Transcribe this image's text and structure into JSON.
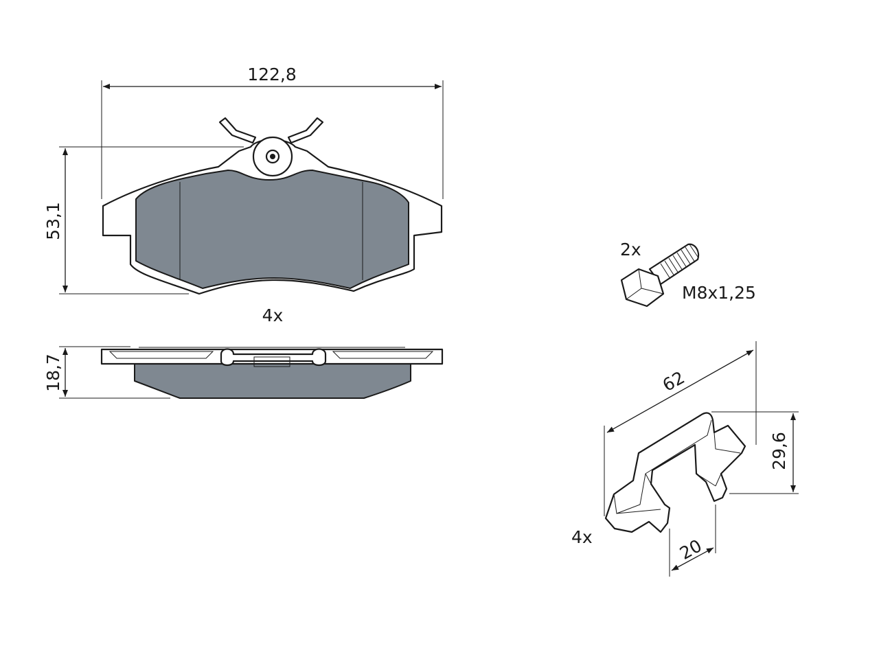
{
  "dimensions": {
    "pad_width": "122,8",
    "pad_height": "53,1",
    "pad_thickness": "18,7",
    "clip_length": "62",
    "clip_height": "29,6",
    "clip_width": "20"
  },
  "quantities": {
    "pads": "4x",
    "bolts": "2x",
    "clips": "4x"
  },
  "bolt_spec": "M8x1,25",
  "colors": {
    "friction_material": "#7f8891",
    "line": "#1a1a1a",
    "background": "#ffffff"
  }
}
